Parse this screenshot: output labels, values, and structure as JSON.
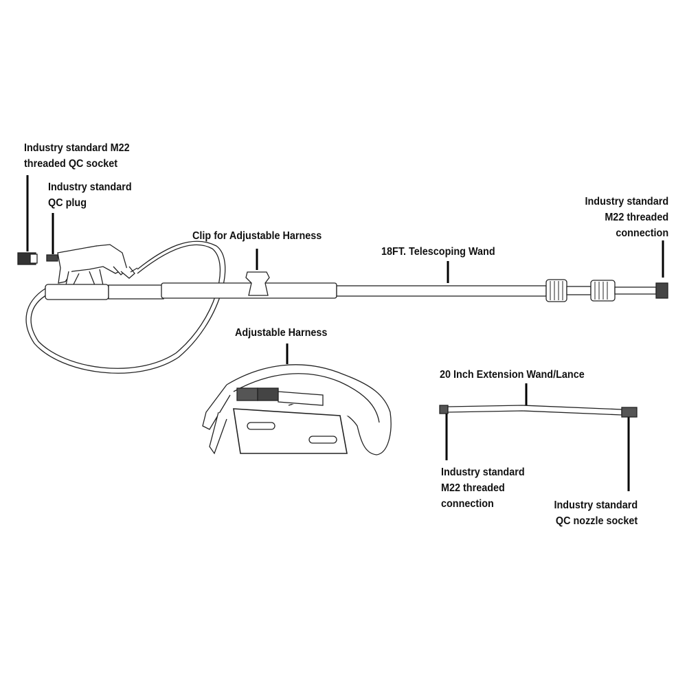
{
  "labels": {
    "qc_socket": [
      "Industry standard M22",
      "threaded QC socket"
    ],
    "qc_plug": [
      "Industry standard",
      "QC plug"
    ],
    "clip": "Clip for Adjustable Harness",
    "wand": "18FT. Telescoping Wand",
    "m22_connection_top": [
      "Industry standard",
      "M22 threaded",
      "connection"
    ],
    "harness": "Adjustable Harness",
    "extension": "20 Inch Extension Wand/Lance",
    "m22_connection_lance": [
      "Industry standard",
      "M22 threaded",
      "connection"
    ],
    "nozzle_socket": [
      "Industry standard",
      "QC nozzle socket"
    ]
  }
}
